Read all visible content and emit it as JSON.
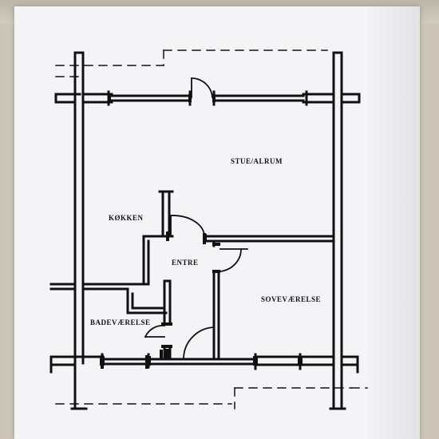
{
  "plan": {
    "rooms": [
      {
        "id": "stue",
        "label": "STUE/ALRUM"
      },
      {
        "id": "kokken",
        "label": "KØKKEN"
      },
      {
        "id": "entre",
        "label": "ENTRE"
      },
      {
        "id": "sovevaerelse",
        "label": "SOVEVÆRELSE"
      },
      {
        "id": "badevaerelse",
        "label": "BADEVÆRELSE"
      }
    ],
    "colors": {
      "ink": "#111111",
      "paper": "#f4f4f6",
      "background": "#cdc6b8"
    }
  }
}
